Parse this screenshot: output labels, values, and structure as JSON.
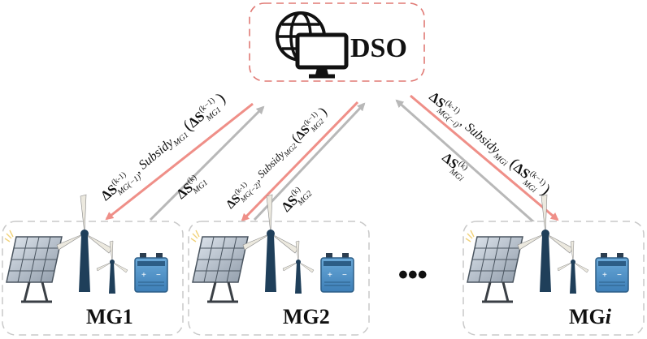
{
  "dso": {
    "label": "DSO",
    "icon": "globe-monitor-icon",
    "border_color": "#e07a75"
  },
  "microgrids": [
    {
      "label": "MG1",
      "italic_suffix": ""
    },
    {
      "label": "MG2",
      "italic_suffix": ""
    },
    {
      "label": "MG",
      "italic_suffix": "i"
    }
  ],
  "ellipsis": "•••",
  "colors": {
    "downlink": "#ef8f88",
    "uplink": "#b8b8b8",
    "mg_border": "#c9c9c9"
  },
  "icons": [
    "solar-panel-icon",
    "wind-turbine-icon",
    "battery-icon"
  ],
  "signals": {
    "mg1_down": {
      "delta": "ΔS",
      "sup": "(k-1)",
      "sub": "MG(−1)",
      "comma": ",",
      "word": "Subsidy",
      "word_sub": "MG1",
      "inner_sup": "(k−1)",
      "inner_sub": "MG1"
    },
    "mg1_up": {
      "delta": "ΔS",
      "sup": "(k)",
      "sub": "MG1"
    },
    "mg2_down": {
      "delta": "ΔS",
      "sup": "(k-1)",
      "sub": "MG(−2)",
      "comma": ",",
      "word": "Subsidy",
      "word_sub": "MG2",
      "inner_sup": "(k−1)",
      "inner_sub": "MG2"
    },
    "mg2_up": {
      "delta": "ΔS",
      "sup": "(k)",
      "sub": "MG2"
    },
    "mgi_down": {
      "delta": "ΔS",
      "sup": "(k-1)",
      "sub": "MG(−i)",
      "comma": ",",
      "word": "Subsidy",
      "word_sub": "MGi",
      "inner_sup": "(k−1)",
      "inner_sub": "MGi"
    },
    "mgi_up": {
      "delta": "ΔS",
      "sup": "(k)",
      "sub": "MGi"
    }
  }
}
